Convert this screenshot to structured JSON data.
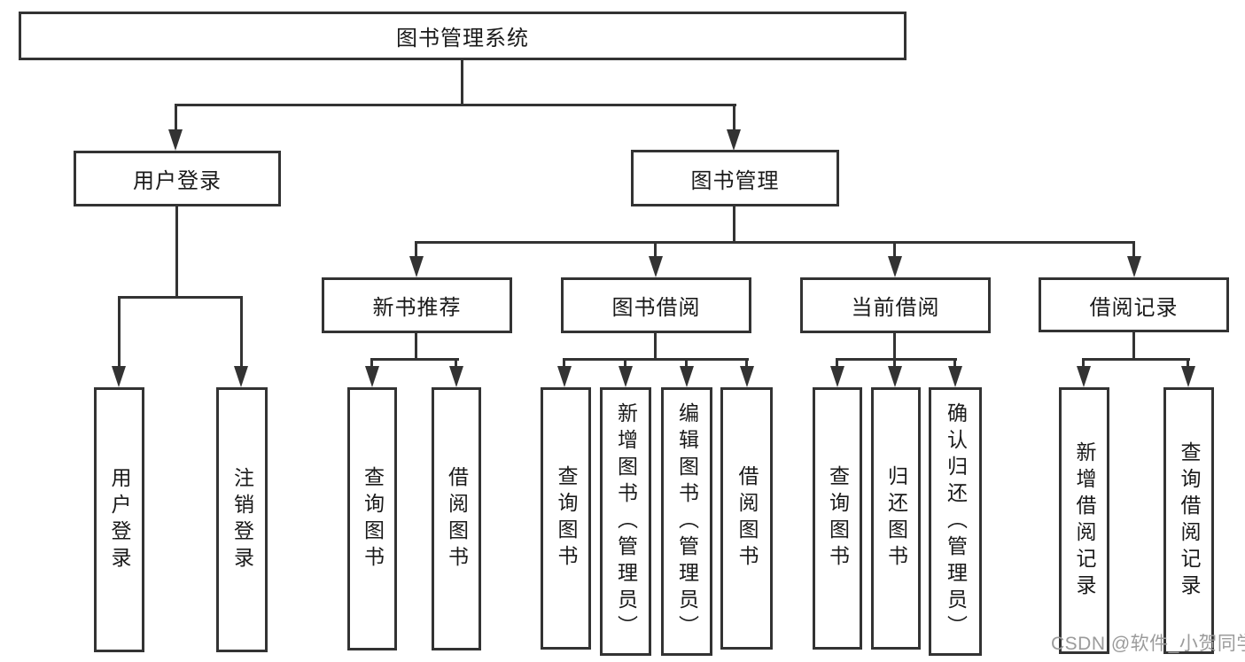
{
  "tree": {
    "label": "图书管理系统",
    "children": [
      {
        "label": "用户登录",
        "children": [
          {
            "label": "用户登录"
          },
          {
            "label": "注销登录"
          }
        ]
      },
      {
        "label": "图书管理",
        "children": [
          {
            "label": "新书推荐",
            "children": [
              {
                "label": "查询图书"
              },
              {
                "label": "借阅图书"
              }
            ]
          },
          {
            "label": "图书借阅",
            "children": [
              {
                "label": "查询图书"
              },
              {
                "label": "新增图书（管理员）"
              },
              {
                "label": "编辑图书（管理员）"
              },
              {
                "label": "借阅图书"
              }
            ]
          },
          {
            "label": "当前借阅",
            "children": [
              {
                "label": "查询图书"
              },
              {
                "label": "归还图书"
              },
              {
                "label": "确认归还（管理员）"
              }
            ]
          },
          {
            "label": "借阅记录",
            "children": [
              {
                "label": "新增借阅记录"
              },
              {
                "label": "查询借阅记录"
              }
            ]
          }
        ]
      }
    ]
  },
  "watermark": {
    "text": "CSDN @软件_小贺同学"
  },
  "colors": {
    "line": "#333333",
    "text": "#1a1a1a",
    "watermark": "#9b9b9b",
    "background": "#ffffff"
  }
}
